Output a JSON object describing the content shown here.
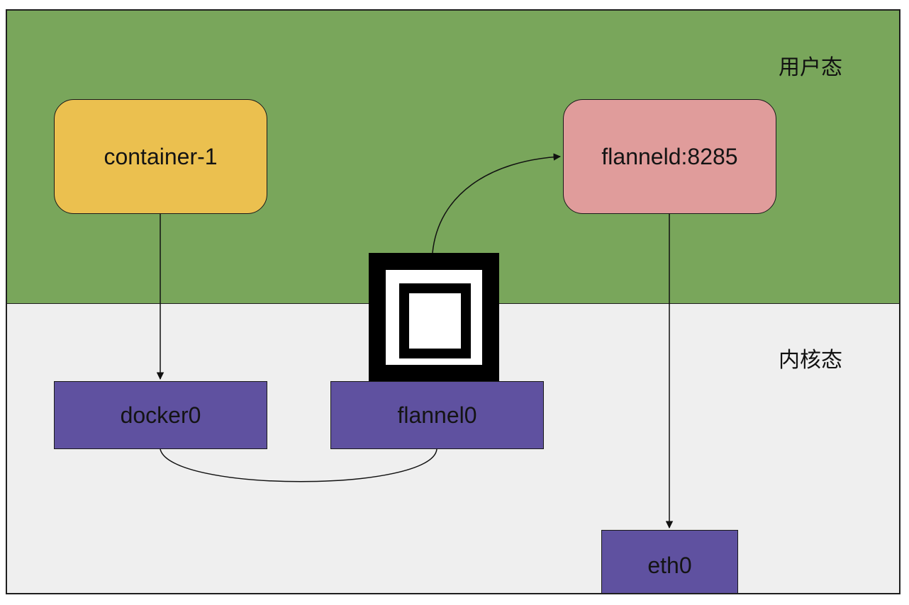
{
  "zones": {
    "user_space": "用户态",
    "kernel_space": "内核态"
  },
  "nodes": {
    "container": "container-1",
    "flanneld": "flanneld:8285",
    "docker0": "docker0",
    "flannel0": "flannel0",
    "eth0": "eth0"
  },
  "colors": {
    "user_space": "#79a65b",
    "kernel_space": "#efefef",
    "container": "#ebc04f",
    "flanneld": "#e09c9b",
    "interface": "#5f51a0"
  },
  "icons": {
    "tun_device": "tun-device-icon"
  }
}
